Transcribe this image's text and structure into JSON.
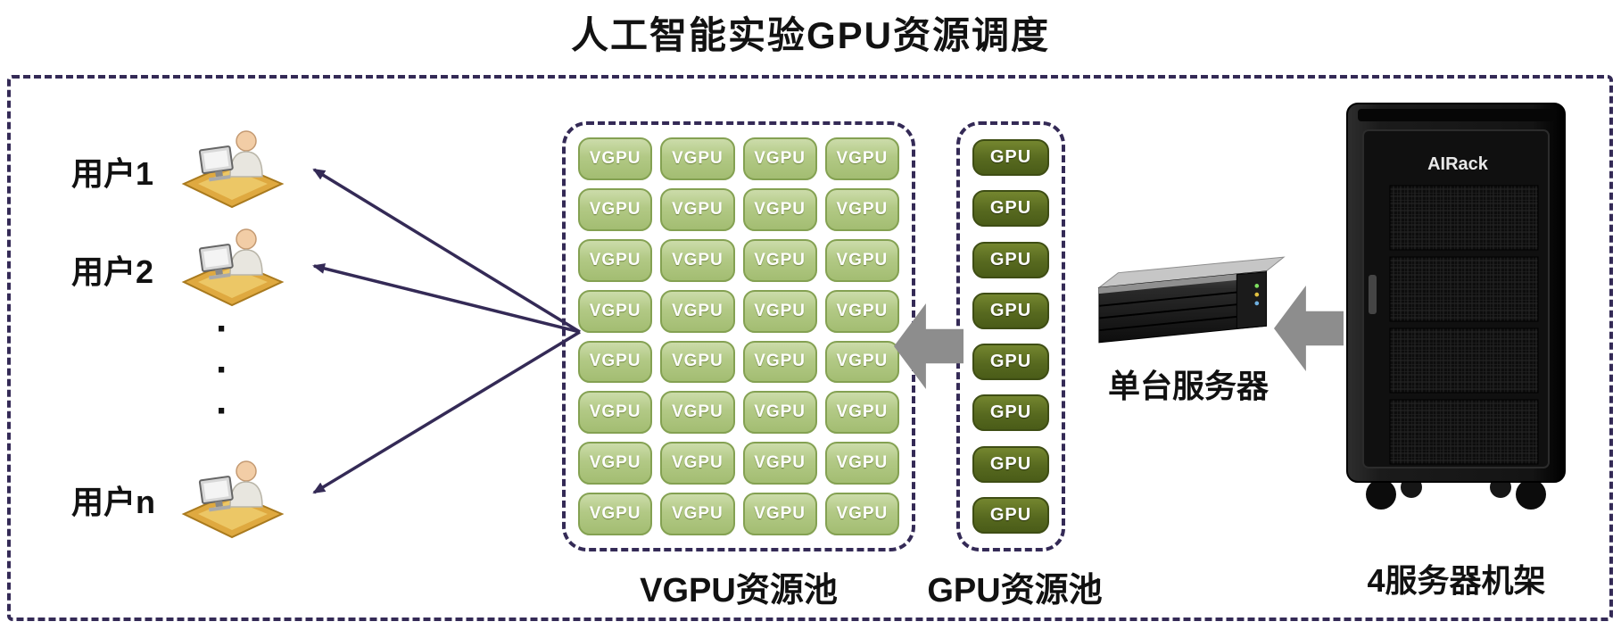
{
  "title": "人工智能实验GPU资源调度",
  "users": {
    "items": [
      {
        "label": "用户1"
      },
      {
        "label": "用户2"
      },
      {
        "label": "用户n"
      }
    ],
    "ellipsis": "·\n·\n·"
  },
  "vgpu_pool": {
    "label": "VGPU资源池",
    "pill_label": "VGPU",
    "rows": 8,
    "cols": 4
  },
  "gpu_pool": {
    "label": "GPU资源池",
    "pill_label": "GPU",
    "count": 8
  },
  "server": {
    "label": "单台服务器"
  },
  "rack": {
    "label": "4服务器机架",
    "brand": "AIRack"
  },
  "colors": {
    "dashed_border": "#342a56",
    "vgpu_pill": "#b2c985",
    "gpu_pill": "#57691f",
    "block_arrow": "#8d8d8d"
  }
}
